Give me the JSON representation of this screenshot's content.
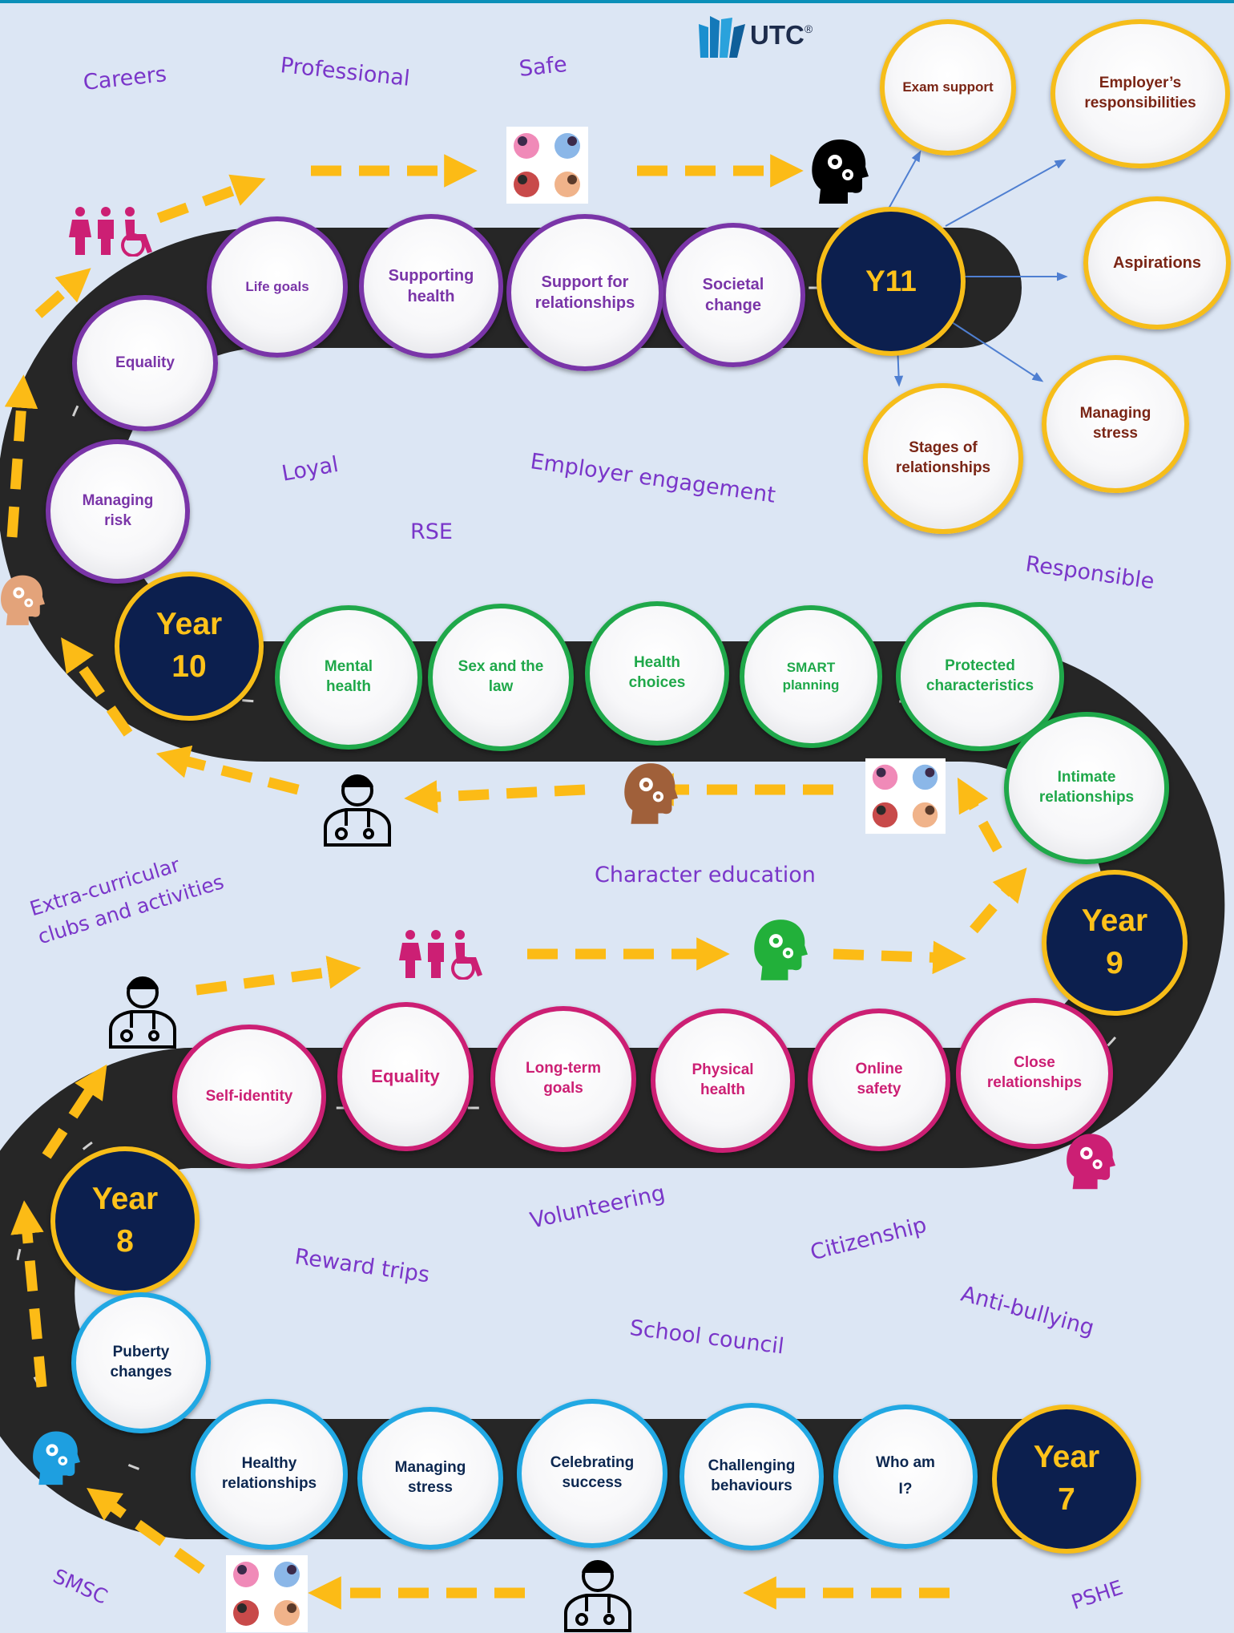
{
  "logo": {
    "text": "UTC",
    "mark": "®"
  },
  "colors": {
    "background": "#dce6f4",
    "road": "#262626",
    "arrow": "#fcbb16",
    "purple": "#7a35a8",
    "green": "#1fa84a",
    "magenta": "#cc1f74",
    "blue": "#21a8e3",
    "gold": "#f6bd1a",
    "navy": "#0c1f4e",
    "keyword": "#7a36c9"
  },
  "years": {
    "y7": {
      "line1": "Year",
      "line2": "7"
    },
    "y8": {
      "line1": "Year",
      "line2": "8"
    },
    "y9": {
      "line1": "Year",
      "line2": "9"
    },
    "y10": {
      "line1": "Year",
      "line2": "10"
    },
    "y11": {
      "line1": "Y11"
    }
  },
  "year7": {
    "who_am_i": [
      "Who am",
      "I?"
    ],
    "challenging_behaviours": [
      "Challenging",
      "behaviours"
    ],
    "celebrating_success": [
      "Celebrating",
      "success"
    ],
    "managing_stress": [
      "Managing",
      "stress"
    ],
    "healthy_relationships": [
      "Healthy",
      "relationships"
    ],
    "puberty_changes": [
      "Puberty",
      "changes"
    ]
  },
  "year8": {
    "self_identity": [
      "Self-identity"
    ],
    "equality": [
      "Equality"
    ],
    "long_term_goals": [
      "Long-term",
      "goals"
    ],
    "physical_health": [
      "Physical",
      "health"
    ],
    "online_safety": [
      "Online",
      "safety"
    ],
    "close_relationships": [
      "Close",
      "relationships"
    ]
  },
  "year9": {
    "intimate_relationships": [
      "Intimate",
      "relationships"
    ],
    "protected_characteristics": [
      "Protected",
      "characteristics"
    ],
    "smart_planning": [
      "SMART",
      "planning"
    ],
    "health_choices": [
      "Health",
      "choices"
    ],
    "sex_and_the_law": [
      "Sex and the",
      "law"
    ],
    "mental_health": [
      "Mental",
      "health"
    ]
  },
  "year10": {
    "managing_risk": [
      "Managing",
      "risk"
    ],
    "equality": [
      "Equality"
    ],
    "life_goals": [
      "Life goals"
    ],
    "supporting_health": [
      "Supporting",
      "health"
    ],
    "support_for_relationships": [
      "Support for",
      "relationships"
    ],
    "societal_change": [
      "Societal",
      "change"
    ]
  },
  "year11": {
    "exam_support": [
      "Exam support"
    ],
    "employers_responsibilities": [
      "Employer’s",
      "responsibilities"
    ],
    "aspirations": [
      "Aspirations"
    ],
    "managing_stress": [
      "Managing",
      "stress"
    ],
    "stages_of_relationships": [
      "Stages of",
      "relationships"
    ]
  },
  "keywords": {
    "careers": "Careers",
    "professional": "Professional",
    "safe": "Safe",
    "loyal": "Loyal",
    "employer_engagement": "Employer engagement",
    "rse": "RSE",
    "responsible": "Responsible",
    "character_education": "Character education",
    "extra_curricular_1": "Extra-curricular",
    "extra_curricular_2": "clubs and activities",
    "volunteering": "Volunteering",
    "citizenship": "Citizenship",
    "reward_trips": "Reward trips",
    "anti_bullying": "Anti-bullying",
    "school_council": "School council",
    "smsc": "SMSC",
    "pshe": "PSHE"
  },
  "icons": [
    "people-group-icon",
    "relationships-collage-icon",
    "head-gears-icon",
    "doctor-icon"
  ]
}
